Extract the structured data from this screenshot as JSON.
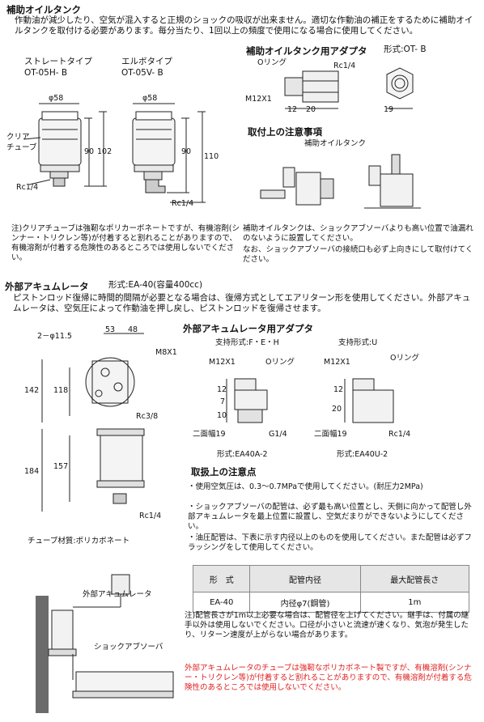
{
  "section1": {
    "title": "補助オイルタンク",
    "desc": "作動油が減少したり、空気が混入すると正規のショックの吸収が出来ません。適切な作動油の補正をするために補助オイルタンクを取付ける必要があります。毎分当たり、1回以上の頻度で使用になる場合に使用してください。",
    "straight": {
      "label": "ストレートタイプ",
      "model": "OT-05H- B"
    },
    "elbow": {
      "label": "エルボタイプ",
      "model": "OT-05V- B"
    },
    "dims": {
      "d58a": "φ58",
      "d58b": "φ58",
      "h90a": "90",
      "h102": "102",
      "h90b": "90",
      "h110": "110",
      "rc14a": "Rc1/4",
      "rc14b": "Rc1/4",
      "clear_tube1": "クリア",
      "clear_tube2": "チューブ"
    },
    "note": "注)クリアチューブは強靭なポリカーボネートですが、有機溶剤(シンナー・トリクレン等)が付着すると割れることがありますので、有機溶剤が付着する危険性のあるところでは使用しないでください。"
  },
  "adapter": {
    "title": "補助オイルタンク用アダプタ",
    "form": "形式:OT- B",
    "o_ring": "Oリング",
    "rc14": "Rc1/4",
    "m12": "M12X1",
    "dim12": "12",
    "dim20": "20",
    "dim19": "19"
  },
  "install": {
    "title": "取付上の注意事項",
    "tank_label": "補助オイルタンク",
    "note1": "補助オイルタンクは、ショックアブソーバよりも高い位置で油漏れのないように設置してください。",
    "note2": "なお、ショックアブソーバの接続口も必ず上向きにして取付けてください。"
  },
  "section2": {
    "title": "外部アキュムレータ",
    "form": "形式:EA-40(容量400cc)",
    "desc": "ピストンロッド復帰に時間的間隔が必要となる場合は、復帰方式としてエアリターン形を使用してください。外部アキュムレータは、空気圧によって作動油を押し戻し、ピストンロッドを復帰させます。",
    "dims": {
      "hole": "2－φ11.5",
      "d53": "53",
      "d48": "48",
      "m8": "M8X1",
      "d142": "142",
      "d118": "118",
      "rc38": "Rc3/8",
      "d184": "184",
      "d157": "157",
      "rc14": "Rc1/4"
    },
    "tube_material": "チューブ材質:ポリカボネート"
  },
  "ea_adapter": {
    "title": "外部アキュムレータ用アダプタ",
    "support_feh": "支持形式:F・E・H",
    "support_u": "支持形式:U",
    "m12a": "M12X1",
    "m12b": "M12X1",
    "oring_a": "Oリング",
    "oring_b": "Oリング",
    "a12": "12",
    "a7": "7",
    "a10": "10",
    "b12": "12",
    "b20": "20",
    "hex_a": "二面幅19",
    "hex_b": "二面幅19",
    "g14": "G1/4",
    "rc14": "Rc1/4",
    "form_a2": "形式:EA40A-2",
    "form_u2": "形式:EA40U-2"
  },
  "handling": {
    "title": "取扱上の注意点",
    "b1": "・使用空気圧は、0.3～0.7MPaで使用してください。(耐圧力2MPa)",
    "b2": "・ショックアブソーバの配管は、必ず最も高い位置とし、天側に向かって配管し外部アキュムレータを最上位置に設置し、空気だまりができないようにしてください。",
    "b3": "・油圧配管は、下表に示す内径以上のものを使用してください。また配管は必ずフラッシングをして使用してください。"
  },
  "spec_table": {
    "headers": [
      "形　式",
      "配管内径",
      "最大配管長さ"
    ],
    "rows": [
      [
        "EA-40",
        "内径φ7(鋼管)",
        "1m"
      ]
    ]
  },
  "diagram": {
    "accumulator": "外部アキュムレータ",
    "shock": "ショックアブソーバ"
  },
  "pipe_note": "注)配管長さが1m以上必要な場合は、配管径を上げてください。継手は、付属の継手以外は使用しないでください。口径が小さいと流速が速くなり、気泡が発生したり、リターン速度が上がらない場合があります。",
  "warning": "外部アキュムレータのチューブは強靭なポリカボネート製ですが、有機溶剤(シンナー・トリクレン等)が付着すると割れることがありますので、有機溶剤が付着する危険性のあるところでは使用しないでください。"
}
